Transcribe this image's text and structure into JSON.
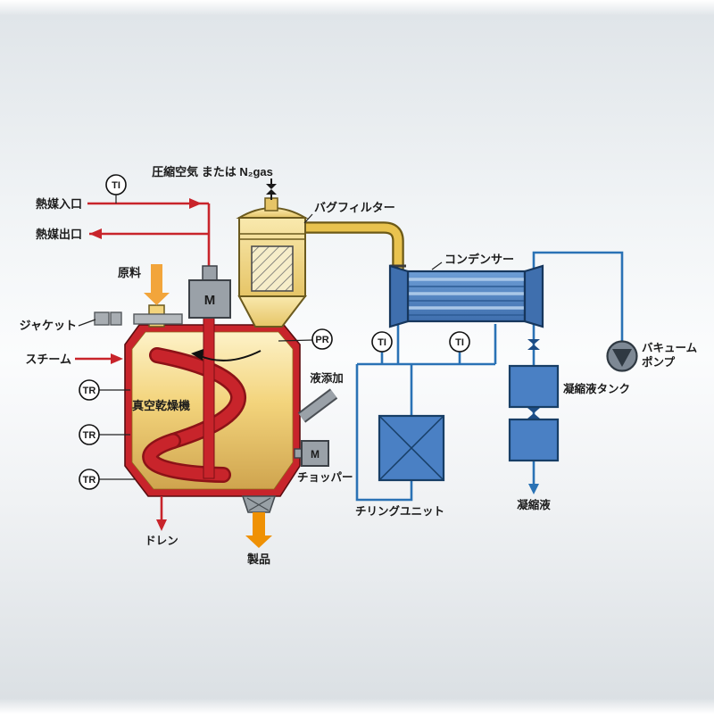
{
  "diagram": {
    "labels": {
      "gas_supply": "圧縮空気 または N₂gas",
      "bag_filter": "バグフィルター",
      "condenser": "コンデンサー",
      "heat_inlet": "熱媒入口",
      "heat_outlet": "熱媒出口",
      "raw_material": "原料",
      "jacket": "ジャケット",
      "steam": "スチーム",
      "vacuum_dryer": "真空乾燥機",
      "liquid_addition": "液添加",
      "chopper": "チョッパー",
      "drain": "ドレン",
      "product": "製品",
      "chilling_unit": "チリングユニット",
      "condensate_tank": "凝縮液タンク",
      "condensate": "凝縮液",
      "vacuum_pump_line1": "バキューム",
      "vacuum_pump_line2": "ポンプ"
    },
    "instruments": {
      "temperature_indicator": "TI",
      "temperature_recorder": "TR",
      "pressure_recorder": "PR",
      "motor": "M"
    },
    "colors": {
      "line_red": "#c8242b",
      "line_blue": "#2a72b5",
      "equipment_blue": "#4a80c4",
      "vessel_yellow": "#f3d47c",
      "arrow_orange": "#f09a2e",
      "motor_gray": "#9aa1a8"
    }
  }
}
